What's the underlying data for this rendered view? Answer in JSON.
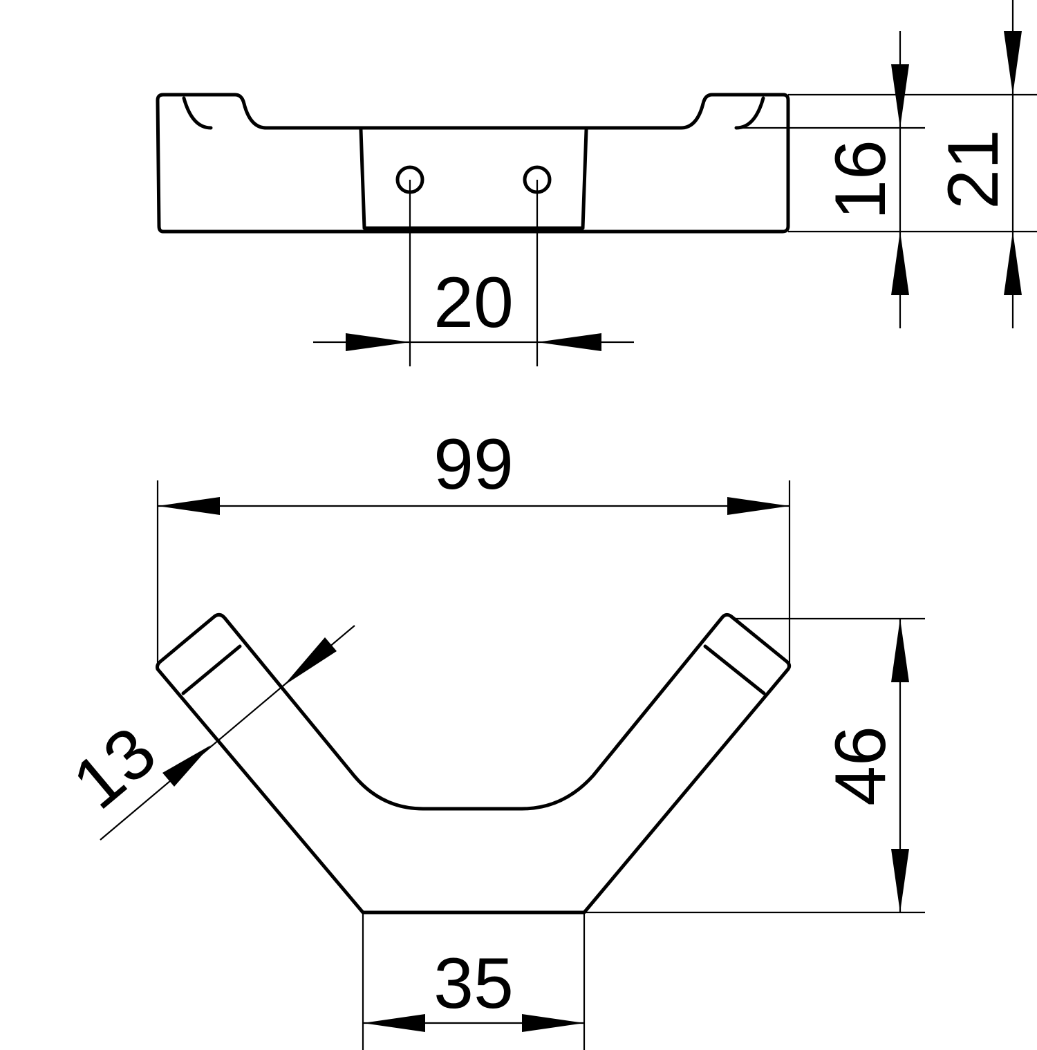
{
  "drawing": {
    "top_view": {
      "hole_spacing": "20",
      "body_height": "16",
      "total_height": "21"
    },
    "plan_view": {
      "overall_width": "99",
      "arm_width": "13",
      "depth": "46",
      "base_width": "35"
    },
    "line_color": "#000000",
    "background": "#ffffff"
  }
}
